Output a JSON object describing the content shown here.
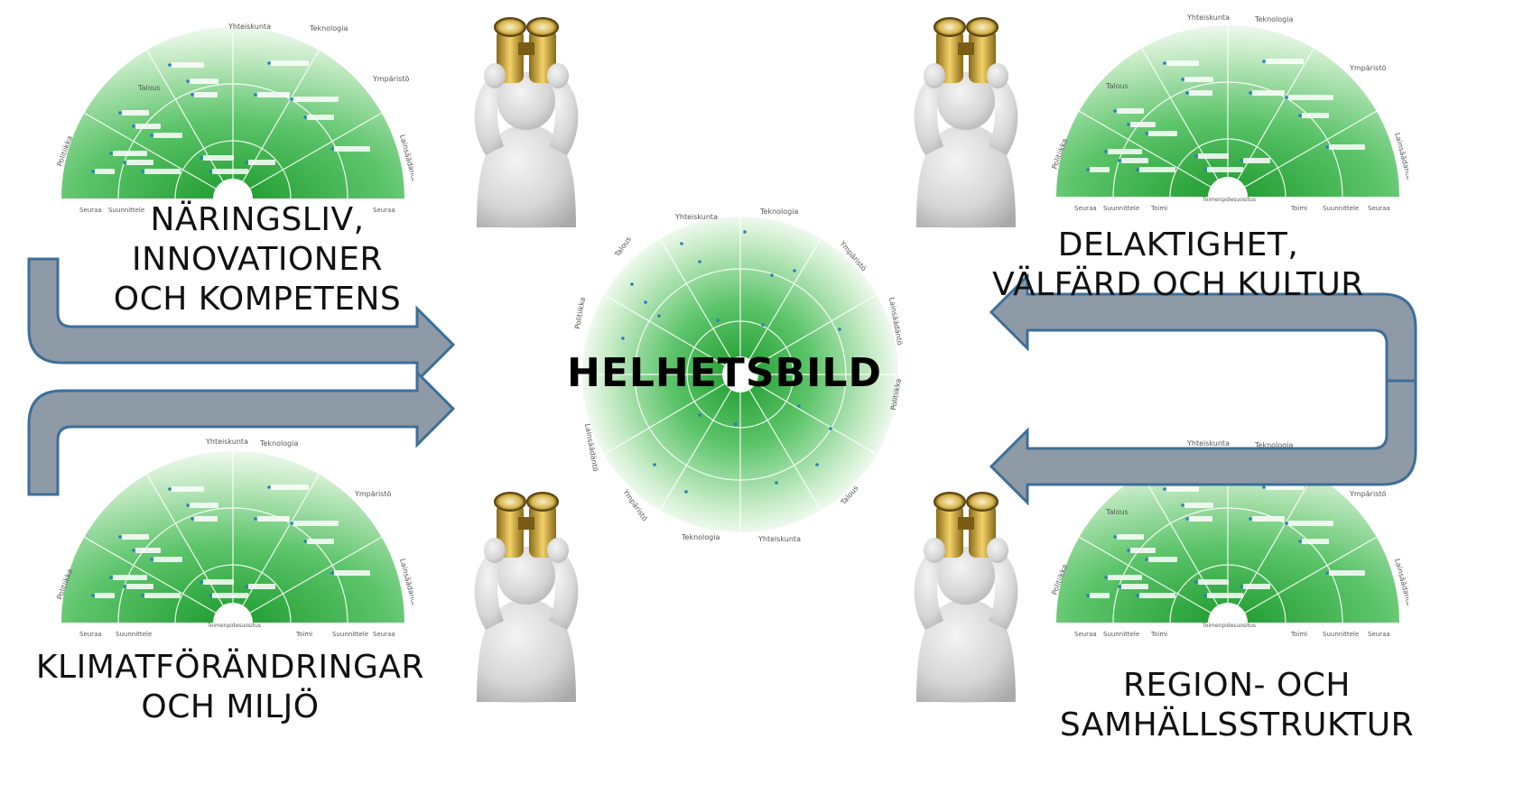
{
  "center": {
    "title": "HELHETSBILD"
  },
  "labels": {
    "top_left": [
      "NÄRINGSLIV,",
      "INNOVATIONER",
      "OCH KOMPETENS"
    ],
    "bottom_left": [
      "KLIMATFÖRÄNDRINGAR",
      "OCH MILJÖ"
    ],
    "top_right": [
      "DELAKTIGHET,",
      "VÄLFÄRD OCH KULTUR"
    ],
    "bottom_right": [
      "REGION- OCH",
      "SAMHÄLLSSTRUKTUR"
    ]
  },
  "radar": {
    "sectors": [
      "Politiikka",
      "Talous",
      "Yhteiskunta",
      "Teknologia",
      "Ympäristö",
      "Lainsäädäntö"
    ],
    "rings": [
      "Seuraa",
      "Suunnittele",
      "Toimi"
    ],
    "center_label": "Toimenpidesuositus"
  },
  "colors": {
    "green": "#2fae3c",
    "arrow": "#8e9aa6",
    "arrow_edge": "#3d6f98",
    "gold": "#c9a233"
  }
}
